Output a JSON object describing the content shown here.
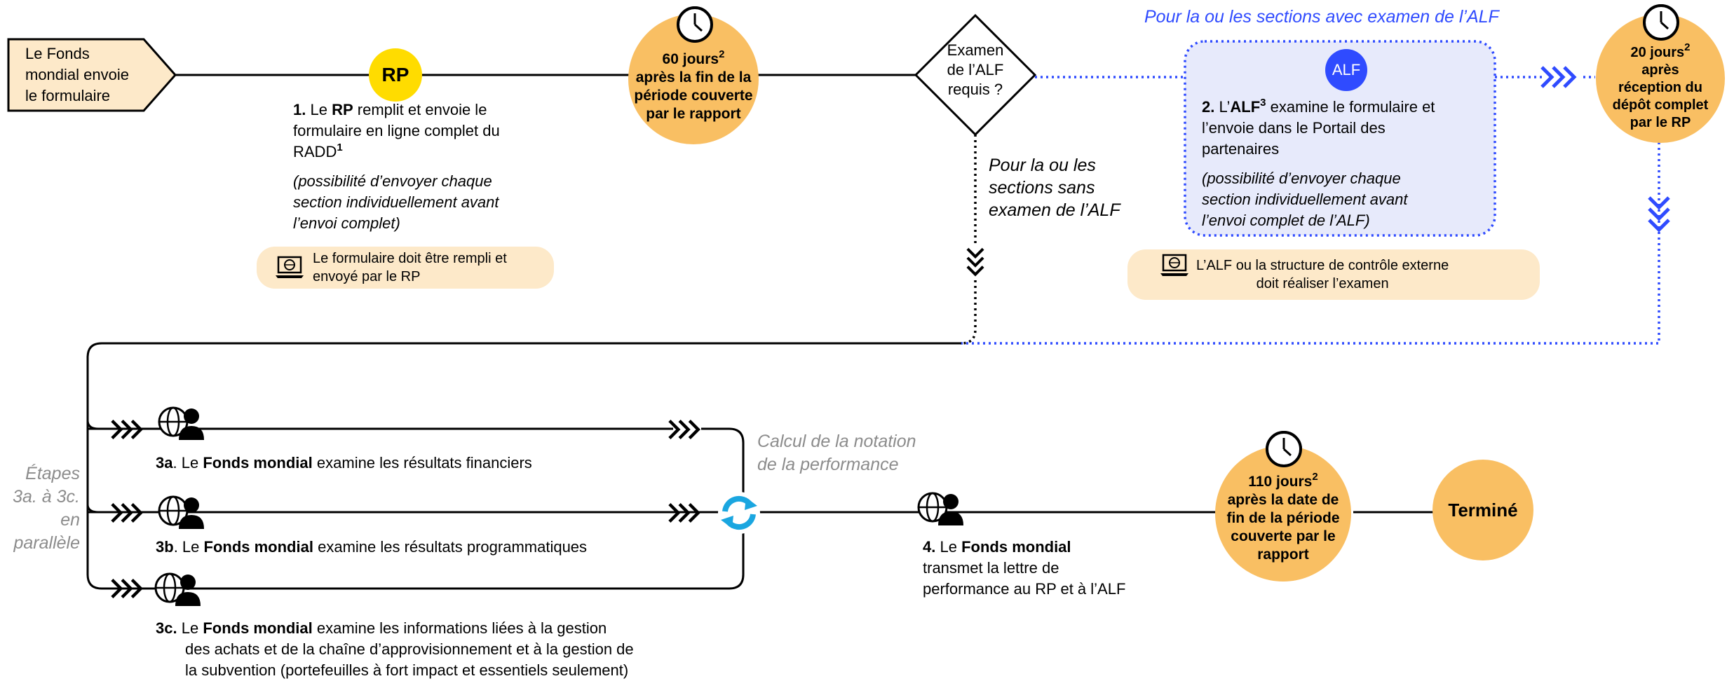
{
  "start_box": {
    "l1": "Le Fonds",
    "l2": "mondial envoie",
    "l3": "le formulaire"
  },
  "rp_badge": "RP",
  "alf_badge": "ALF",
  "step1": {
    "num": "1.",
    "pre": "Le",
    "actor": "RP",
    "post": "remplit et envoie le",
    "l2": "formulaire en ligne complet du",
    "l3": "RADD",
    "sup": "1",
    "i1": "(possibilité d’envoyer chaque",
    "i2": "section individuellement avant",
    "i3": "l’envoi complet)"
  },
  "note1": {
    "l1": "Le formulaire doit être rempli et",
    "l2": "envoyé par le RP"
  },
  "timer60": {
    "l1": "60 jours",
    "sup": "2",
    "l2": "après la fin de la",
    "l3": "période couverte",
    "l4": "par le rapport"
  },
  "decision": {
    "l1": "Examen",
    "l2": "de l’ALF",
    "l3": "requis ?"
  },
  "alf_header": "Pour la ou les sections avec examen de l’ALF",
  "no_alf": {
    "l1": "Pour la ou les",
    "l2": "sections sans",
    "l3": "examen de l’ALF"
  },
  "step2": {
    "num": "2.",
    "pre": "L’",
    "actor": "ALF",
    "sup": "3",
    "post": "examine le formulaire et",
    "l2": "l’envoie dans le Portail des",
    "l3": "partenaires",
    "i1": "(possibilité d’envoyer chaque",
    "i2": "section individuellement avant",
    "i3": "l’envoi complet de l’ALF)"
  },
  "note2": {
    "l1": "L’ALF ou la structure de contrôle externe",
    "l2": "doit réaliser l’examen"
  },
  "timer20": {
    "l1": "20 jours",
    "sup": "2",
    "l2": "après",
    "l3": "réception du",
    "l4": "dépôt complet",
    "l5": "par le RP"
  },
  "parallel": {
    "l1": "Étapes",
    "l2": "3a. à 3c.",
    "l3": "en parallèle"
  },
  "step3a": {
    "num": "3a",
    "pre": ". Le",
    "actor": "Fonds mondial",
    "post": "examine les résultats financiers"
  },
  "step3b": {
    "num": "3b",
    "pre": ". Le",
    "actor": "Fonds mondial",
    "post": "examine les résultats programmatiques"
  },
  "step3c": {
    "num": "3c.",
    "pre": "Le",
    "actor": "Fonds mondial",
    "post": "examine les informations liées à la gestion",
    "l2": "des achats et de la chaîne d’approvisionnement et à la gestion de",
    "l3": "la subvention (portefeuilles à fort impact et essentiels seulement)"
  },
  "calc": {
    "l1": "Calcul de la notation",
    "l2": "de la performance"
  },
  "step4": {
    "num": "4.",
    "pre": "Le",
    "actor": "Fonds mondial",
    "l2": "transmet la lettre de",
    "l3": "performance au RP et à l’ALF"
  },
  "timer110": {
    "l1": "110 jours",
    "sup": "2",
    "l2": "après la date de",
    "l3": "fin de la période",
    "l4": "couverte par le",
    "l5": "rapport"
  },
  "end_label": "Terminé",
  "colors": {
    "orange": "#f9bf63",
    "light_orange": "#fde9c9",
    "blue": "#2f4bff",
    "alf_box": "#e7eafb",
    "yellow": "#ffdc00",
    "sync": "#1aa6e0",
    "gray": "#8c8c8c"
  },
  "icons": [
    "clock-icon",
    "laptop-globe-icon",
    "globe-person-icon",
    "chevrons-right-icon",
    "chevrons-down-icon",
    "sync-icon"
  ]
}
